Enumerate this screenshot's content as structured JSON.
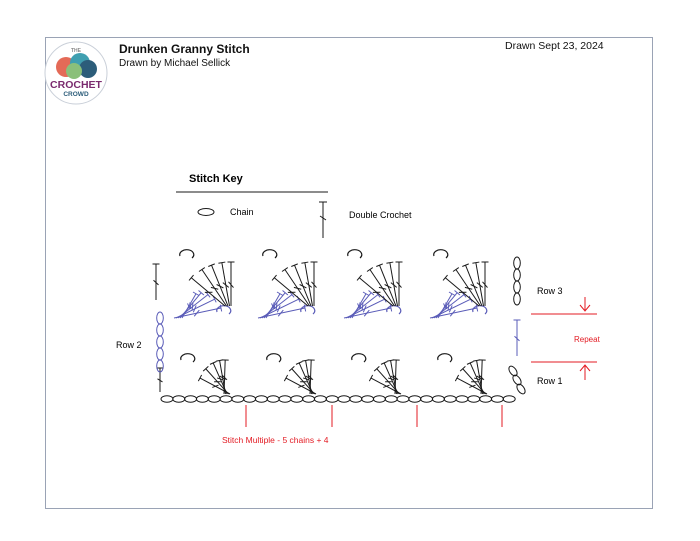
{
  "header": {
    "title": "Drunken Granny Stitch",
    "author": "Drawn by Michael Sellick",
    "date": "Drawn Sept 23, 2024"
  },
  "logo": {
    "top_text": "THE",
    "main_text": "CROCHET",
    "sub_text": "CROWD"
  },
  "key": {
    "heading": "Stitch Key",
    "items": [
      {
        "icon": "chain-oval-icon",
        "label": "Chain"
      },
      {
        "icon": "double-crochet-icon",
        "label": "Double Crochet"
      }
    ]
  },
  "rows": {
    "row1": "Row 1",
    "row2": "Row 2",
    "row3": "Row 3"
  },
  "repeat_label": "Repeat",
  "multiple_label": "Stitch Multiple - 5 chains + 4",
  "colors": {
    "row_black": "#1a1a1a",
    "row_purple": "#5a5cb8",
    "annotation_red": "#e31b23",
    "border": "#9aa3b5"
  }
}
